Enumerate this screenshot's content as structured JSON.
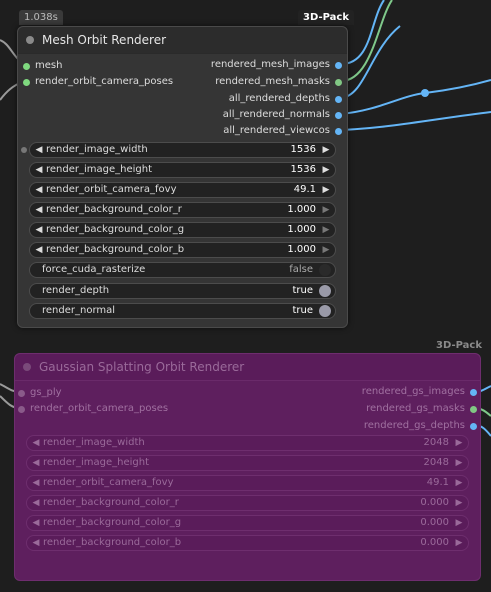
{
  "exec_time": "1.038s",
  "colors": {
    "mesh_socket": "#7fd97f",
    "image_socket": "#64b5f6",
    "mask_socket": "#81c784",
    "wire_blue": "#64b5f6",
    "wire_green": "#7fc88a",
    "bypass_purple": "#5e1f5e"
  },
  "node1": {
    "pack": "3D-Pack",
    "title": "Mesh Orbit Renderer",
    "inputs": [
      {
        "label": "mesh",
        "color": "#7fd97f"
      },
      {
        "label": "render_orbit_camera_poses",
        "color": "#7fd97f"
      }
    ],
    "outputs": [
      {
        "label": "rendered_mesh_images",
        "color": "#64b5f6"
      },
      {
        "label": "rendered_mesh_masks",
        "color": "#81c784"
      },
      {
        "label": "all_rendered_depths",
        "color": "#64b5f6"
      },
      {
        "label": "all_rendered_normals",
        "color": "#64b5f6"
      },
      {
        "label": "all_rendered_viewcos",
        "color": "#64b5f6"
      }
    ],
    "widgets": [
      {
        "label": "render_image_width",
        "value": "1536",
        "type": "number"
      },
      {
        "label": "render_image_height",
        "value": "1536",
        "type": "number"
      },
      {
        "label": "render_orbit_camera_fovy",
        "value": "49.1",
        "type": "number"
      },
      {
        "label": "render_background_color_r",
        "value": "1.000",
        "type": "number"
      },
      {
        "label": "render_background_color_g",
        "value": "1.000",
        "type": "number"
      },
      {
        "label": "render_background_color_b",
        "value": "1.000",
        "type": "number"
      },
      {
        "label": "force_cuda_rasterize",
        "value": "false",
        "type": "toggle",
        "on": false
      },
      {
        "label": "render_depth",
        "value": "true",
        "type": "toggle",
        "on": true
      },
      {
        "label": "render_normal",
        "value": "true",
        "type": "toggle",
        "on": true
      }
    ]
  },
  "node2": {
    "pack": "3D-Pack",
    "title": "Gaussian Splatting Orbit Renderer",
    "inputs": [
      {
        "label": "gs_ply"
      },
      {
        "label": "render_orbit_camera_poses"
      }
    ],
    "outputs": [
      {
        "label": "rendered_gs_images"
      },
      {
        "label": "rendered_gs_masks"
      },
      {
        "label": "rendered_gs_depths"
      }
    ],
    "widgets": [
      {
        "label": "render_image_width",
        "value": "2048"
      },
      {
        "label": "render_image_height",
        "value": "2048"
      },
      {
        "label": "render_orbit_camera_fovy",
        "value": "49.1"
      },
      {
        "label": "render_background_color_r",
        "value": "0.000"
      },
      {
        "label": "render_background_color_g",
        "value": "0.000"
      },
      {
        "label": "render_background_color_b",
        "value": "0.000"
      }
    ]
  }
}
